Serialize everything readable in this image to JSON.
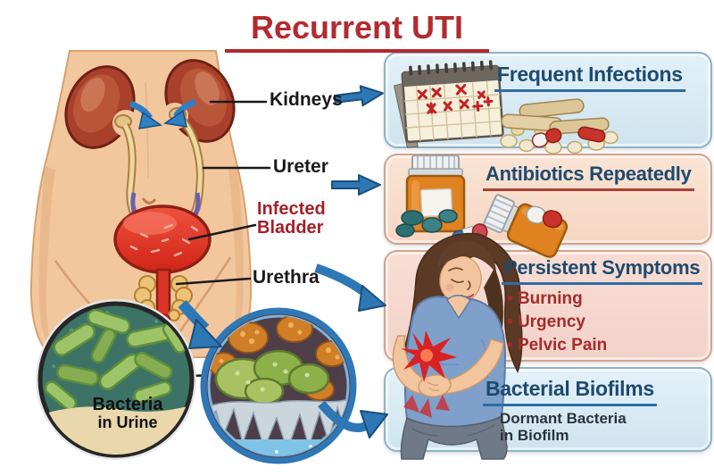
{
  "title": {
    "text": "Recurrent UTI"
  },
  "anatomy": {
    "kidneys_label": "Kidneys",
    "ureter_label": "Ureter",
    "infected_bladder_line1": "Infected",
    "infected_bladder_line2": "Bladder",
    "urethra_label": "Urethra"
  },
  "insets": {
    "bacteria_urine": {
      "line1": "Bacteria",
      "line2": "in Urine",
      "icon": "green-rod-bacteria-microscope-view"
    },
    "biofilm": {
      "icon": "bacterial-biofilm-microscope-view"
    }
  },
  "panels": [
    {
      "id": "frequent-infections",
      "title": "Frequent Infections",
      "icons": [
        "calendar-with-red-x-marks-icon",
        "pills-and-capsules-icon"
      ]
    },
    {
      "id": "antibiotics-repeatedly",
      "title": "Antibiotics Repeatedly",
      "icons": [
        "pill-bottles-with-pills-icon"
      ]
    },
    {
      "id": "persistent-symptoms",
      "title": "Persistent Symptoms",
      "bullets": [
        "Burning",
        "Urgency",
        "Pelvic Pain"
      ],
      "icons": [
        "woman-with-abdominal-pain-illustration"
      ]
    },
    {
      "id": "bacterial-biofilms",
      "title": "Bacterial Biofilms",
      "note_line1": "Dormant Bacteria",
      "note_line2": "in Biofilm"
    }
  ],
  "colors": {
    "title_red": "#b32b30",
    "heading_blue": "#1d4a70",
    "heading_underline_blue": "#2e6da4",
    "heading_underline_red": "#a8423a",
    "bullet_red": "#a32c2c",
    "infected_label_red": "#a51f28",
    "panel_blue_bg": "#d9ebf4",
    "panel_peach_bg": "#f8ddc9",
    "arrow_blue": "#2e77b5",
    "bladder_red": "#e23a28",
    "kidney_red": "#a8402c",
    "skin": "#f2c79e"
  }
}
